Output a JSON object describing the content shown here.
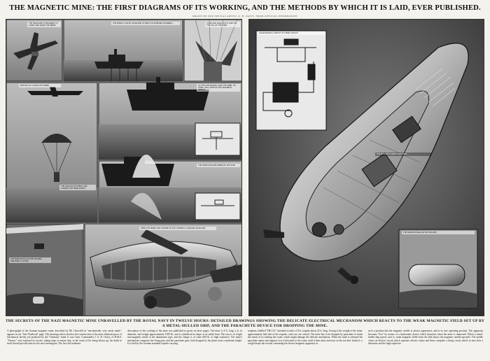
{
  "headline": "THE MAGNETIC MINE: THE FIRST DIAGRAMS OF ITS WORKING, AND THE METHODS BY WHICH IT IS LAID, EVER PUBLISHED.",
  "byline": "DRAWN BY OUR SPECIAL ARTIST, G. H. DAVIS, FROM OFFICIAL INFORMATION",
  "subheading": "THE SECRETS OF THE NAZI MAGNETIC MINE UNRAVELLED BY THE ROYAL NAVY IN TWELVE HOURS: DETAILED DRAWINGS SHOWING THE DELICATE ELECTRICAL MECHANISM WHICH REACTS TO THE WEAK MAGNETIC FIELD SET UP BY A METAL-HULLED SHIP, AND THE PARACHUTE DEVICE FOR DROPPING THE MINE.",
  "body_columns": [
    "A photograph of the German magnetic mine, described by Mr. Churchill as \"mechanically very easily made,\" appears in our \"Our Notebook\" page. The drawings above disclose the construction of the most elaborate piece of mechanical devilry yet produced by the \"Germans\" mind. It was Lieut. Commander J. G. D. Ouvry, of H.M.S. \"Vernon,\" who explored its secrets, taking steps to ensure that, in the event of his being blown up, his death in itself should provide data for the next investigator. The first full authentic",
    "description of the working of the mine was published in given on these pages. The mine is 8 ft. long, 2 ft. in diameter, and weighs approximately 1500 lb., and is cylindrical in shape, as in radial form. The case is of a light non-magnetic metal of the aluminium type, and the charge is of some 600 lb. of high explosive. The mine's mechanism comprises the firing gear, and the parachute gear, both dropped by the plane from a moderate height. It is laid by the German standard torpedo-carrying",
    "seaplane, labelled \"HE.115,\" intended to take a 23-ft. torpedo about 22 ft. long. Owing to the weight of the mine, approximately half that of the torpedo, only two are carried. The mine has to be dropped by parachute to break the shock of its striking the water, which might damage the delicate mechanism. When the mine is released the parachute opens and supports it as it descends to the water, until it then sinks and rests on the sea-bed. Inside it, a weight keeps the section containing the electro-magnetic apparatus in",
    "such a position that the magnetic needle is always uppermost, and in its true operating position. The apparatus becomes \"live\" by means of a hydrostatic device which functions when the mine is immersed. When a metal-hulled ship passes over it, weak magnetic fields from the hull attract the magnetic needle upwards. The needle closes an electric circuit which operates electric relays and these complete a firing circuit which in turn fires a detonator and the high explosive."
  ],
  "captions": {
    "p1": "THE SEAPLANE IS DESIGNED TO CARRY AND DROP THE MINES.",
    "p2": "THE MINE IS LAID BY SEAPLANE AT NIGHT IN SHIPPING CHANNELS.",
    "p3": "CONE AND PARACHUTE CASE ON THE TAIL OF THE MINE.",
    "laying": "METHOD OF LAYING THE MINES",
    "parachute": "THE PARACHUTE OPENS AND LOWERS THE MINE GENTLY.",
    "seabed": "THE MINE RESTS ON THE SEA-BED AWAITING A VICTIM.",
    "ship": "AS THE SHIP PASSES OVER THE MINE, ITS STEEL HULL AFFECTS THE MAGNETIC NEEDLE.",
    "explosion": "THE MINE EXPLODES BENEATH THE SHIP.",
    "plane": "HERE THE MINES ARE STOWED IN THE TORPEDO-CARRYING SEAPLANE.",
    "diagram": "DIAGRAMMATIC SKETCH OF FIRING DEVICE",
    "cutaway": "THE MAGNETIC MINE IN SECTION",
    "inset": "THE MINE RESTING ON THE SEA BED"
  }
}
